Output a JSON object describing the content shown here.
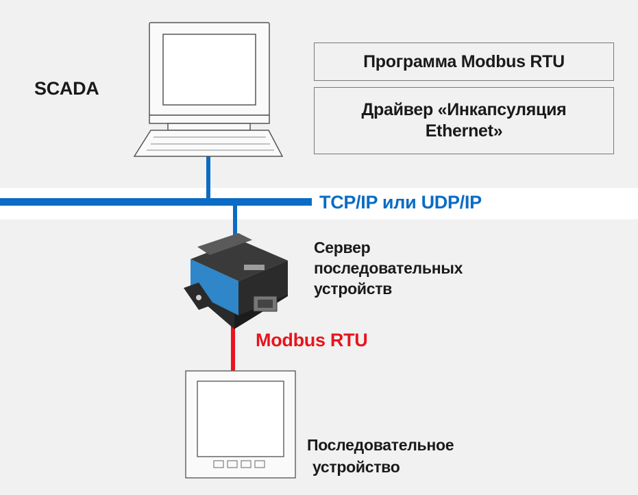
{
  "labels": {
    "scada": "SCADA",
    "program": "Программа Modbus RTU",
    "driver_line1": "Драйвер «Инкапсуляция",
    "driver_line2": "Ethernet»",
    "network": "TCP/IP или UDP/IP",
    "server_line1": "Сервер",
    "server_line2": "последовательных",
    "server_line3": "устройств",
    "protocol": "Modbus RTU",
    "device_line1": "Последовательное",
    "device_line2": "устройство"
  },
  "colors": {
    "background": "#f1f1f1",
    "band": "#ffffff",
    "network_line": "#0a6cc4",
    "network_text": "#0a6cc4",
    "serial_line": "#e8141c",
    "serial_text": "#e8141c",
    "server_accent": "#2f86c8"
  },
  "icons": {
    "computer": "desktop-computer-icon",
    "server": "serial-device-server-icon",
    "device": "serial-device-panel-icon"
  }
}
